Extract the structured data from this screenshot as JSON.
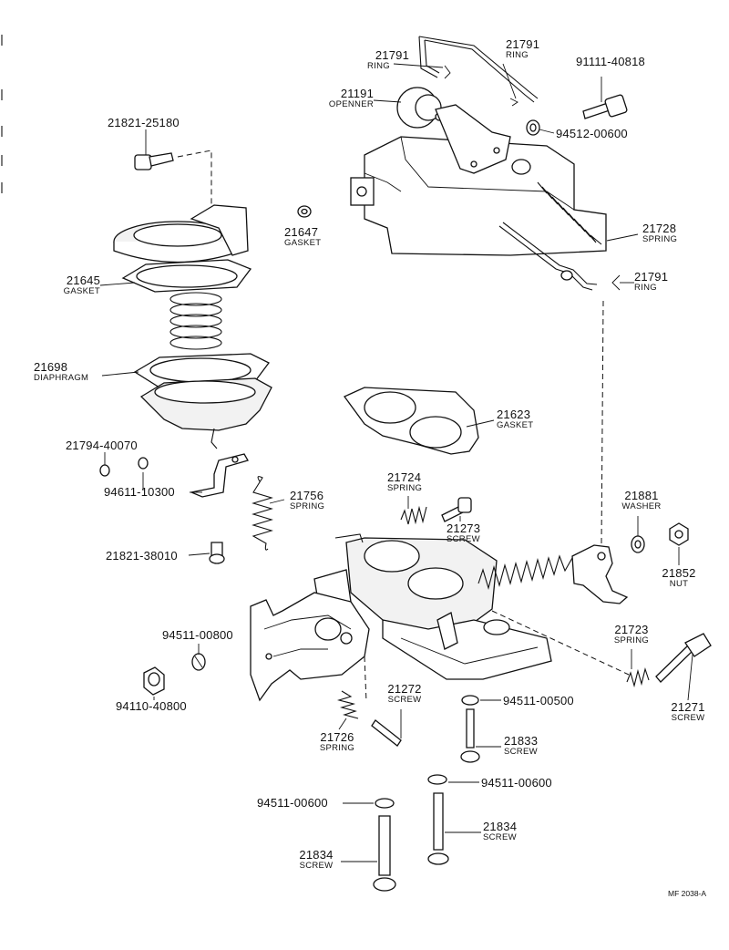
{
  "parts": [
    {
      "id": "p_21791_a",
      "number": "21791",
      "name": "RING"
    },
    {
      "id": "p_21791_b",
      "number": "21791",
      "name": "RING"
    },
    {
      "id": "p_91111",
      "number": "91111-40818",
      "name": ""
    },
    {
      "id": "p_21191",
      "number": "21191",
      "name": "OPENNER"
    },
    {
      "id": "p_94512",
      "number": "94512-00600",
      "name": ""
    },
    {
      "id": "p_21821_a",
      "number": "21821-25180",
      "name": ""
    },
    {
      "id": "p_21647",
      "number": "21647",
      "name": "GASKET"
    },
    {
      "id": "p_21728",
      "number": "21728",
      "name": "SPRING"
    },
    {
      "id": "p_21645",
      "number": "21645",
      "name": "GASKET"
    },
    {
      "id": "p_21791_c",
      "number": "21791",
      "name": "RING"
    },
    {
      "id": "p_21698",
      "number": "21698",
      "name": "DIAPHRAGM"
    },
    {
      "id": "p_21623",
      "number": "21623",
      "name": "GASKET"
    },
    {
      "id": "p_21794",
      "number": "21794-40070",
      "name": ""
    },
    {
      "id": "p_94611",
      "number": "94611-10300",
      "name": ""
    },
    {
      "id": "p_21724",
      "number": "21724",
      "name": "SPRING"
    },
    {
      "id": "p_21756",
      "number": "21756",
      "name": "SPRING"
    },
    {
      "id": "p_21881",
      "number": "21881",
      "name": "WASHER"
    },
    {
      "id": "p_21273",
      "number": "21273",
      "name": "SCREW"
    },
    {
      "id": "p_21821_b",
      "number": "21821-38010",
      "name": ""
    },
    {
      "id": "p_21852",
      "number": "21852",
      "name": "NUT"
    },
    {
      "id": "p_94511_800",
      "number": "94511-00800",
      "name": ""
    },
    {
      "id": "p_21723",
      "number": "21723",
      "name": "SPRING"
    },
    {
      "id": "p_94110",
      "number": "94110-40800",
      "name": ""
    },
    {
      "id": "p_21272",
      "number": "21272",
      "name": "SCREW"
    },
    {
      "id": "p_94511_500",
      "number": "94511-00500",
      "name": ""
    },
    {
      "id": "p_21271",
      "number": "21271",
      "name": "SCREW"
    },
    {
      "id": "p_21726",
      "number": "21726",
      "name": "SPRING"
    },
    {
      "id": "p_21833",
      "number": "21833",
      "name": "SCREW"
    },
    {
      "id": "p_94511_600a",
      "number": "94511-00600",
      "name": ""
    },
    {
      "id": "p_94511_600b",
      "number": "94511-00600",
      "name": ""
    },
    {
      "id": "p_21834_a",
      "number": "21834",
      "name": "SCREW"
    },
    {
      "id": "p_21834_b",
      "number": "21834",
      "name": "SCREW"
    }
  ],
  "figure_code": "MF 2038-A"
}
